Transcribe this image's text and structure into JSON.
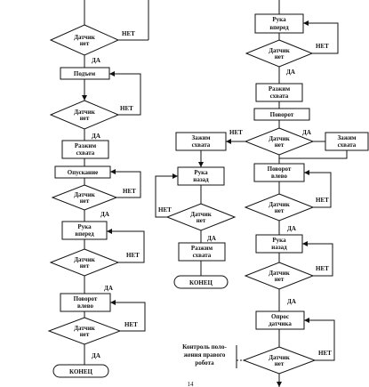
{
  "left_column": {
    "d1": [
      "Датчик",
      "нет"
    ],
    "d1_no": "НЕТ",
    "d1_yes": "ДА",
    "p1": "Подъем",
    "d2": [
      "Датчик",
      "нет"
    ],
    "d2_no": "НЕТ",
    "d2_yes": "ДА",
    "p2": [
      "Разжим",
      "схвата"
    ],
    "p3": "Опускание",
    "d3": [
      "Датчик",
      "нет"
    ],
    "d3_no": "НЕТ",
    "d3_yes": "ДА",
    "p4": [
      "Рука",
      "вперед"
    ],
    "d4": [
      "Датчик",
      "нет"
    ],
    "d4_no": "НЕТ",
    "d4_yes": "ДА",
    "p5": [
      "Поворот",
      "влево"
    ],
    "d5": [
      "Датчик",
      "нет"
    ],
    "d5_no": "НЕТ",
    "d5_yes": "ДА",
    "end": "КОНЕЦ"
  },
  "middle_column": {
    "p_left": [
      "Зажим",
      "схвата"
    ],
    "p_arm": [
      "Рука",
      "назад"
    ],
    "d": [
      "Датчик",
      "нет"
    ],
    "d_no": "НЕТ",
    "d_yes": "ДА",
    "p_release": [
      "Разжим",
      "схвата"
    ],
    "end": "КОНЕЦ"
  },
  "right_column": {
    "p1": [
      "Рука",
      "вперед"
    ],
    "d1": [
      "Датчик",
      "нет"
    ],
    "d1_no": "НЕТ",
    "d1_yes": "ДА",
    "p2": [
      "Разжим",
      "схвата"
    ],
    "p3": "Поворот",
    "d2": [
      "Датчик",
      "нет"
    ],
    "d2_no": "НЕТ",
    "d2_yes": "ДА",
    "p_side": [
      "Зажим",
      "схвата"
    ],
    "p4": [
      "Поворот",
      "влево"
    ],
    "d3": [
      "Датчик",
      "нет"
    ],
    "d3_no": "НЕТ",
    "d3_yes": "ДА",
    "p5": [
      "Рука",
      "назад"
    ],
    "d4": [
      "Датчик",
      "нет"
    ],
    "d4_no": "НЕТ",
    "d4_yes": "ДА",
    "p6": [
      "Опрос",
      "датчика"
    ],
    "d5": [
      "Датчик",
      "нет"
    ],
    "d5_no": "НЕТ",
    "comment": [
      "Контроль поло-",
      "жения правого",
      "робота"
    ]
  },
  "page_number": "14"
}
